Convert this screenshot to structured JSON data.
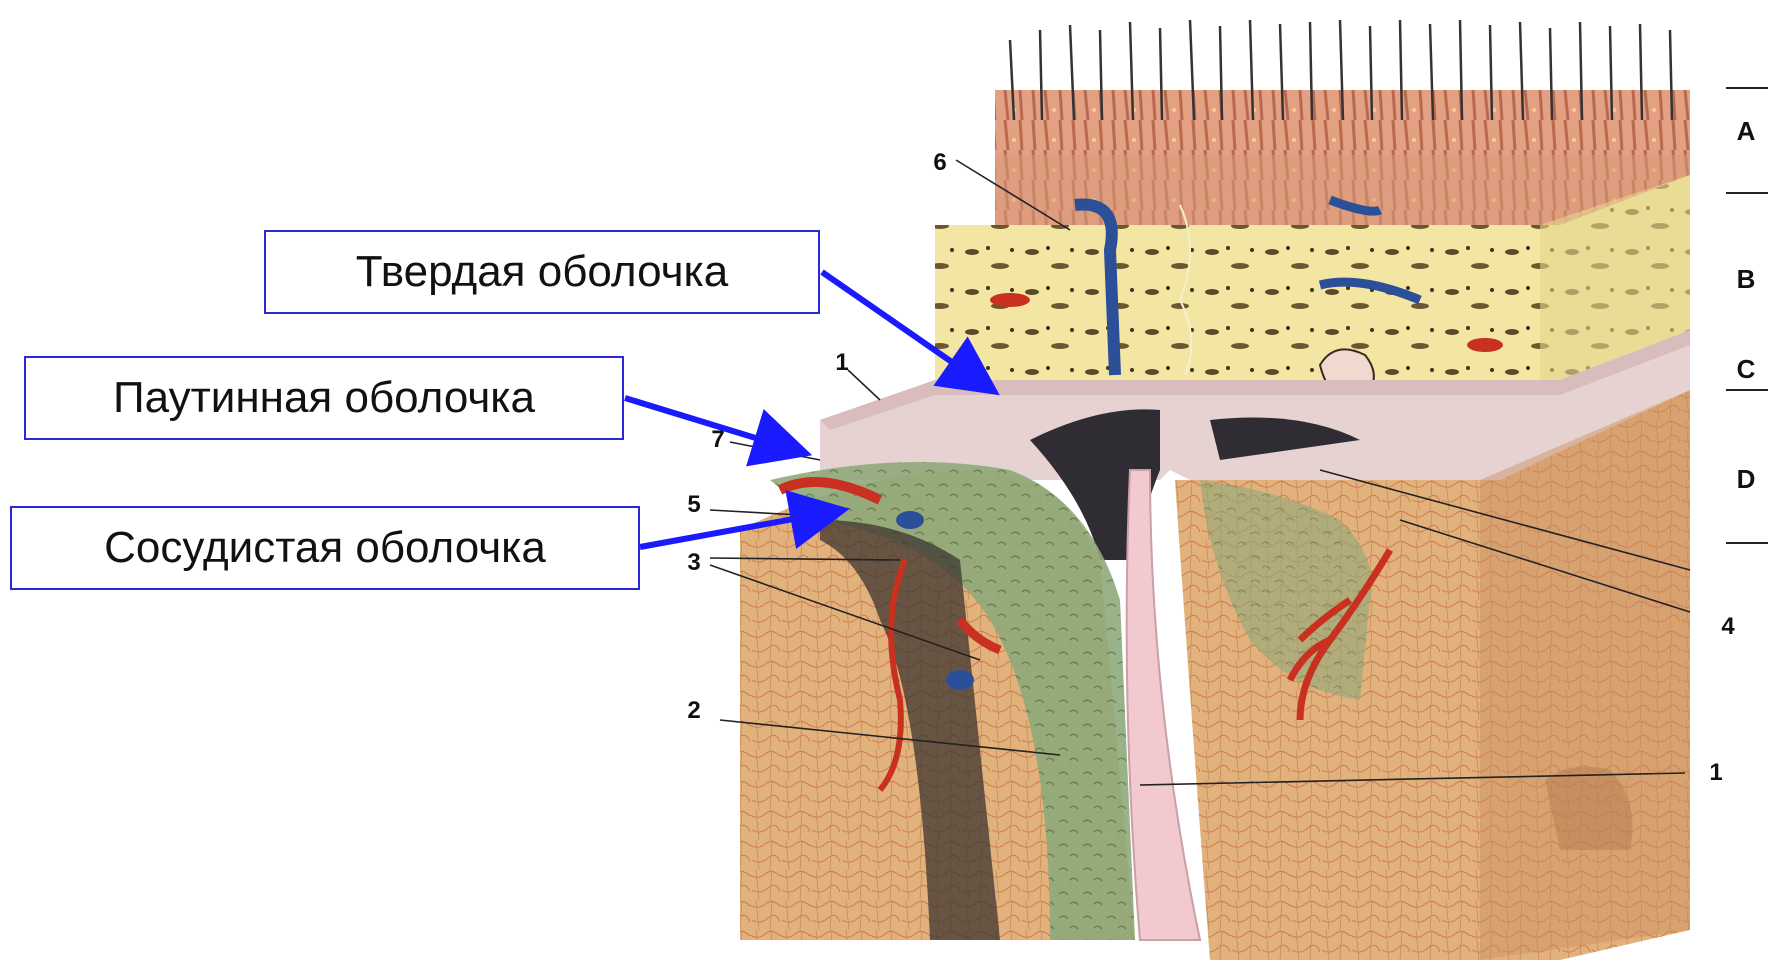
{
  "callouts": {
    "dura": "Твердая оболочка",
    "arachnoid": "Паутинная оболочка",
    "pia": "Сосудистая оболочка"
  },
  "layer_letters": {
    "a": "A",
    "b": "B",
    "c": "C",
    "d": "D"
  },
  "numbers": {
    "n1_left": "1",
    "n2_left": "2",
    "n3": "3",
    "n4": "4",
    "n5": "5",
    "n6": "6",
    "n7": "7",
    "n1_right": "1"
  },
  "colors": {
    "arrow": "#1a1aff",
    "callout_border": "#2a2adc",
    "skin": "#e8a58a",
    "bone": "#f3e7a4",
    "dura": "#e6cfcf",
    "arachnoid": "#8ea876",
    "cortex": "#e0b07a",
    "artery": "#c9301f",
    "vein": "#2c4f9a"
  }
}
